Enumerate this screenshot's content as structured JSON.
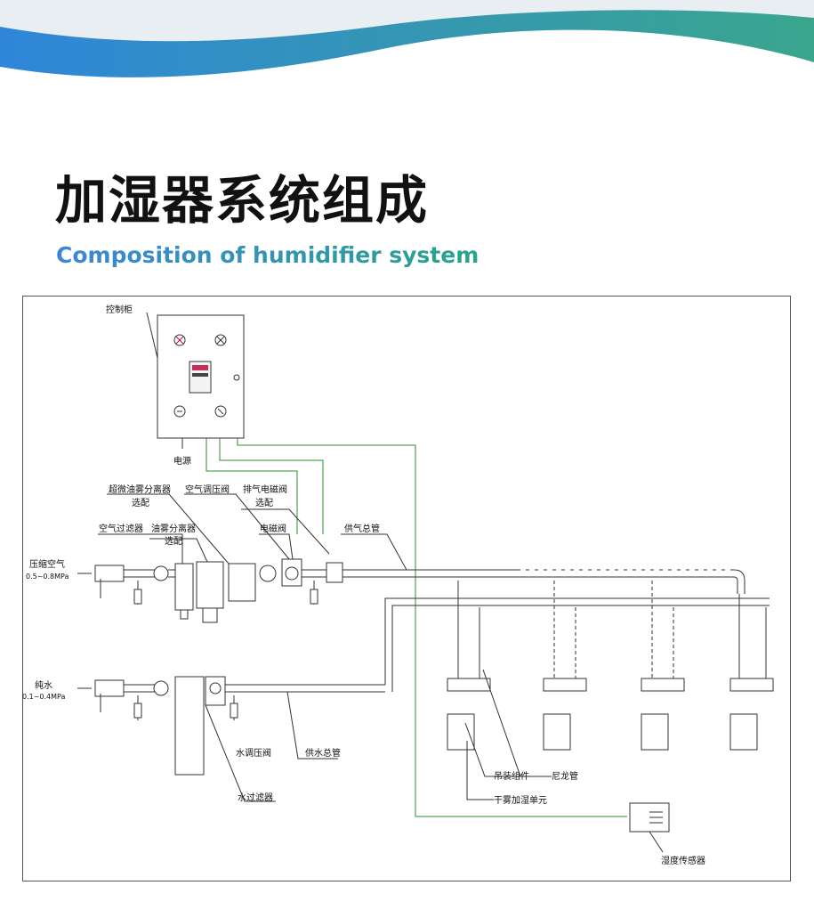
{
  "header": {
    "title_zh": "加湿器系统组成",
    "title_en": "Composition of humidifier system",
    "banner_colors": [
      "#2f86d9",
      "#3aa68e"
    ]
  },
  "diagram": {
    "labels": {
      "control_cabinet": "控制柜",
      "power": "电源",
      "ultra_oil_mist": "超微油雾分离器",
      "optional_1": "选配",
      "air_regulator": "空气调压阀",
      "exhaust_solenoid": "排气电磁阀",
      "optional_2": "选配",
      "air_filter": "空气过滤器",
      "oil_mist": "油雾分离器",
      "optional_3": "选配",
      "solenoid_valve": "电磁阀",
      "air_main": "供气总管",
      "compressed_air": "压缩空气",
      "air_pressure": "0.5~0.8MPa",
      "pure_water": "纯水",
      "water_pressure": "0.1~0.4MPa",
      "water_regulator": "水调压阀",
      "water_main": "供水总管",
      "water_filter": "水过滤器",
      "hanging_assembly": "吊装组件",
      "nylon_tube": "尼龙管",
      "dry_fog_unit": "干雾加湿单元",
      "humidity_sensor": "湿度传感器"
    },
    "colors": {
      "line": "#333333",
      "signal": "#2e8b2e",
      "frame": "#555555"
    }
  }
}
